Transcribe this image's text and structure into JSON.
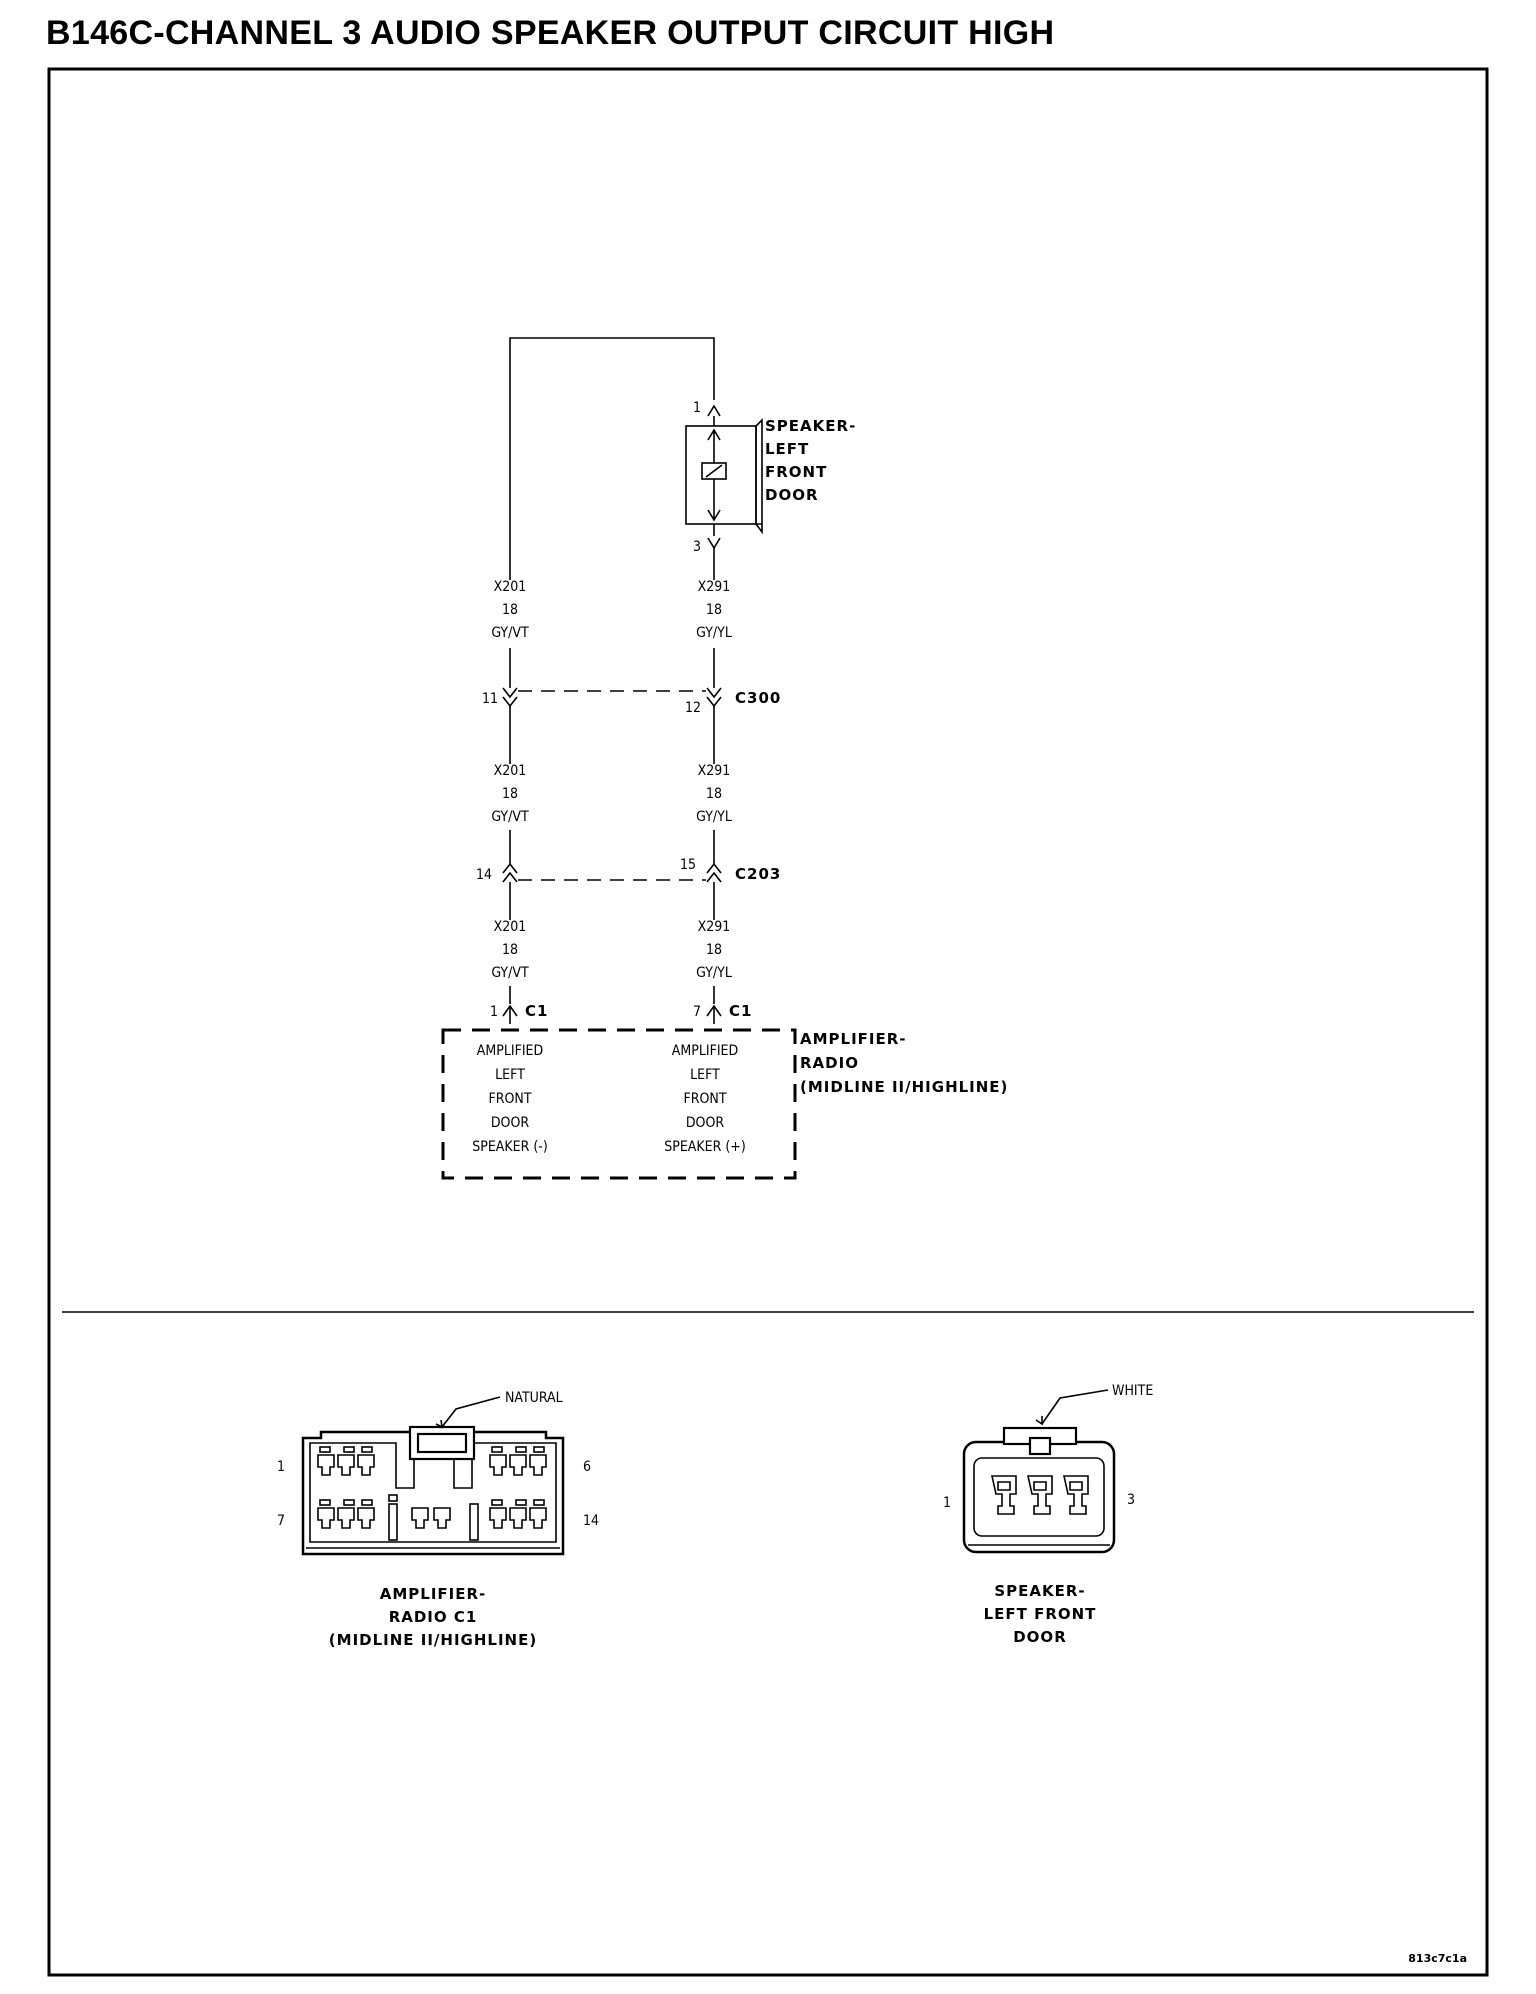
{
  "title": "B146C-CHANNEL 3 AUDIO SPEAKER OUTPUT CIRCUIT HIGH",
  "speaker": {
    "name_lines": [
      "SPEAKER-",
      "LEFT",
      "FRONT",
      "DOOR"
    ],
    "pin_top": "1",
    "pin_bottom": "3"
  },
  "wires": {
    "left": {
      "circuit": "X201",
      "gauge": "18",
      "color": "GY/VT"
    },
    "right": {
      "circuit": "X291",
      "gauge": "18",
      "color": "GY/YL"
    }
  },
  "connectors": {
    "c300": {
      "name": "C300",
      "pin_left": "11",
      "pin_right": "12"
    },
    "c203": {
      "name": "C203",
      "pin_left": "14",
      "pin_right": "15"
    }
  },
  "amplifier": {
    "connector": "C1",
    "pin_left": "1",
    "pin_right": "7",
    "name_lines": [
      "AMPLIFIER-",
      "RADIO",
      "(MIDLINE II/HIGHLINE)"
    ],
    "left_func_lines": [
      "AMPLIFIED",
      "LEFT",
      "FRONT",
      "DOOR",
      "SPEAKER (-)"
    ],
    "right_func_lines": [
      "AMPLIFIED",
      "LEFT",
      "FRONT",
      "DOOR",
      "SPEAKER (+)"
    ]
  },
  "amp_connector_view": {
    "color": "NATURAL",
    "pin_labels": {
      "top_left": "1",
      "top_right": "6",
      "bottom_left": "7",
      "bottom_right": "14"
    },
    "caption_lines": [
      "AMPLIFIER-",
      "RADIO C1",
      "(MIDLINE II/HIGHLINE)"
    ]
  },
  "speaker_connector_view": {
    "color": "WHITE",
    "pin_labels": {
      "left": "1",
      "right": "3"
    },
    "caption_lines": [
      "SPEAKER-",
      "LEFT FRONT",
      "DOOR"
    ]
  },
  "figure_id": "813c7c1a"
}
